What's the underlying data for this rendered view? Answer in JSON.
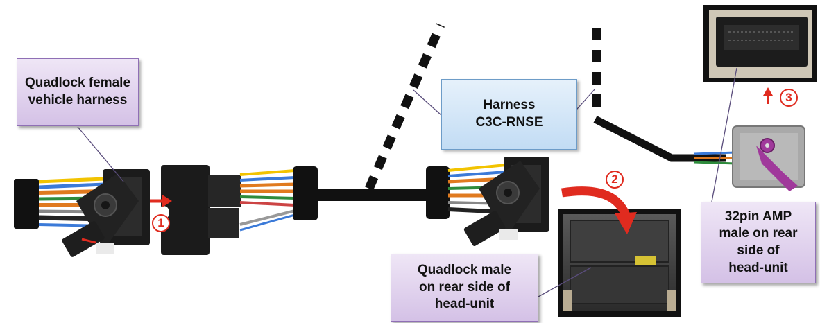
{
  "callouts": {
    "quadlock_female": {
      "line1": "Quadlock female",
      "line2": "vehicle harness"
    },
    "harness": {
      "line1": "Harness",
      "line2": "C3C-RNSE"
    },
    "quadlock_male": {
      "line1": "Quadlock male",
      "line2": "on rear side of",
      "line3": "head-unit"
    },
    "amp_32pin": {
      "line1": "32pin AMP",
      "line2": "male on rear",
      "line3": "side of",
      "line4": "head-unit"
    }
  },
  "steps": {
    "one": "1",
    "two": "2",
    "three": "3"
  },
  "colors": {
    "arrow_red": "#e02b1f",
    "callout_purple": "#d4c1e6",
    "callout_blue": "#c2dcf4",
    "connector_black": "#111111",
    "amp_connector_grey": "#a9a9a9",
    "amp_latch_magenta": "#a0399b"
  }
}
